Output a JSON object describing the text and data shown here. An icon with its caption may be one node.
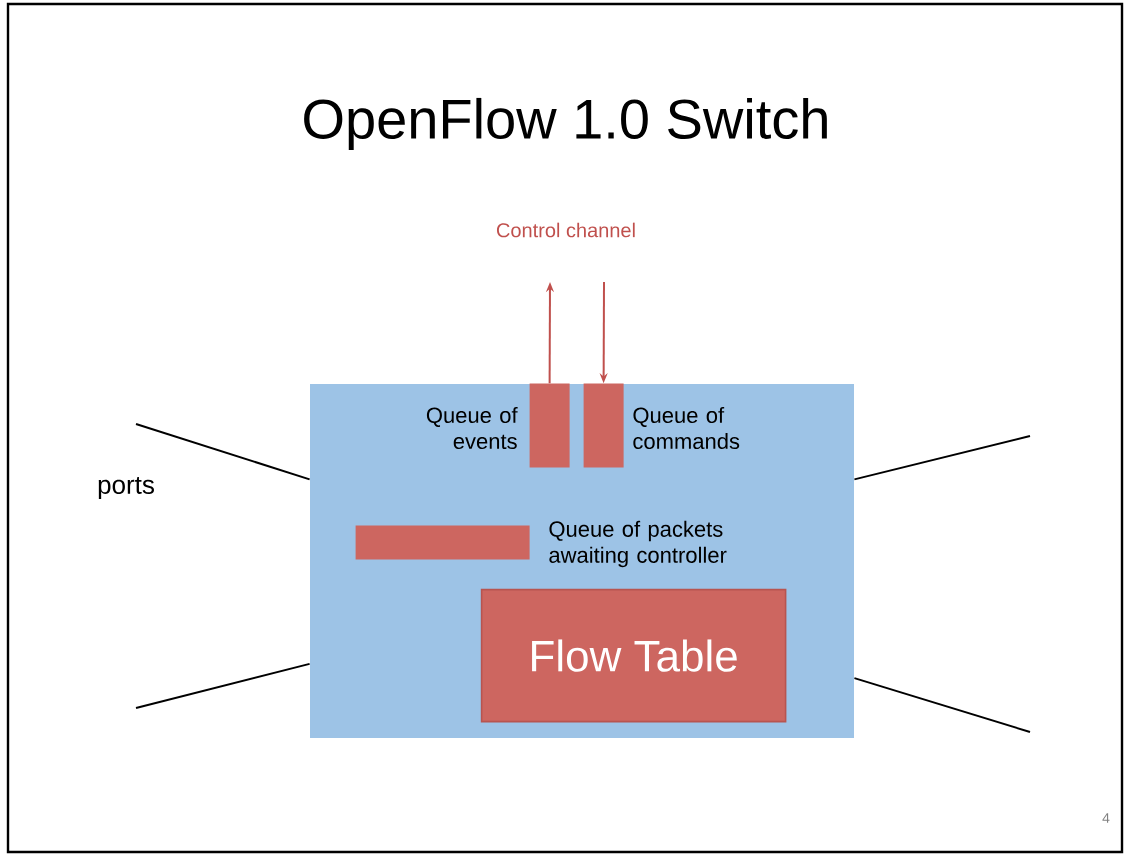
{
  "diagram": {
    "title": "OpenFlow 1.0 Switch",
    "nodes": [
      {
        "text": [],
        "shape": "box"
      },
      {
        "text": [],
        "shape": "bar",
        "in": 0,
        "beside": [
          "Queue of events"
        ]
      },
      {
        "text": [],
        "shape": "bar",
        "in": 0,
        "beside": [
          "Queue of commands"
        ]
      },
      {
        "text": [],
        "shape": "bar",
        "in": 0,
        "beside": [
          "Queue of packets awaiting controller"
        ]
      },
      {
        "text": [
          "Flow Table"
        ],
        "in": 0
      }
    ],
    "edges": [
      {
        "from": 1,
        "to": null,
        "arrow": "to",
        "color": "#c0504d"
      },
      {
        "from": null,
        "to": 2,
        "arrow": "to",
        "color": "#c0504d"
      },
      {
        "from": null,
        "to": 0,
        "arrow": "none"
      },
      {
        "from": null,
        "to": 0,
        "arrow": "none"
      },
      {
        "from": null,
        "to": 0,
        "arrow": "none"
      },
      {
        "from": null,
        "to": 0,
        "arrow": "none"
      }
    ],
    "labels": [
      "Control channel",
      "ports",
      "4"
    ]
  }
}
